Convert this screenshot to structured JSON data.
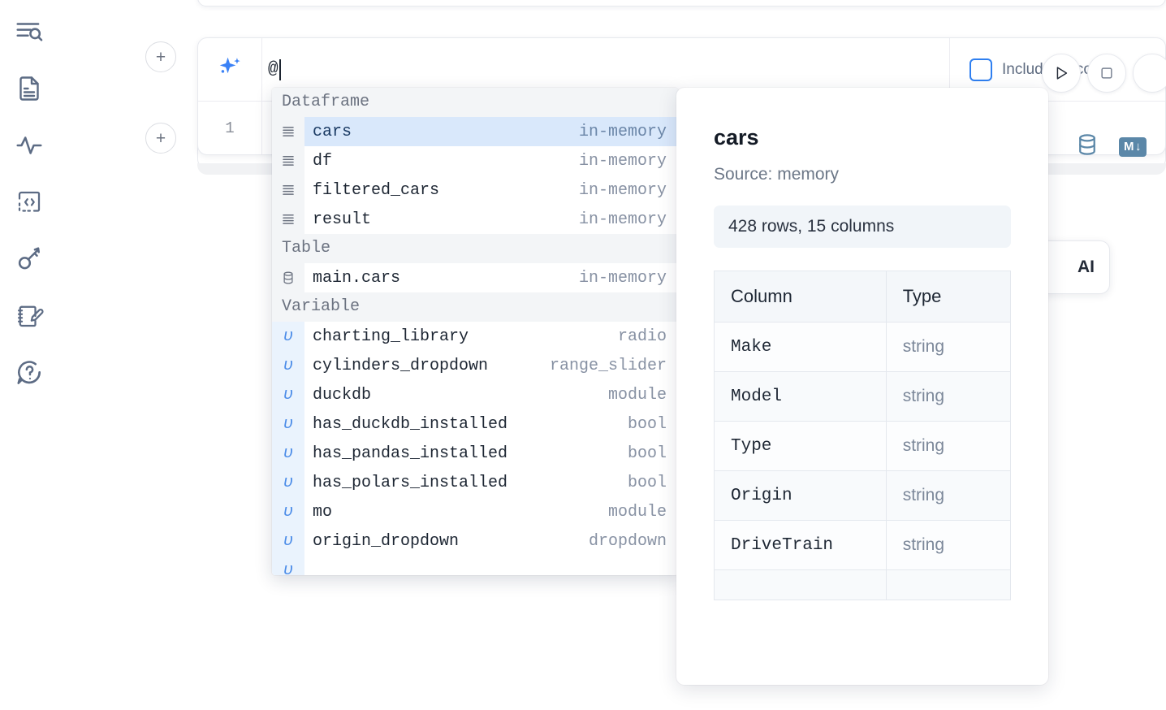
{
  "sidebar": {
    "items": [
      {
        "name": "explore-icon",
        "label": "Explore"
      },
      {
        "name": "notebook-file-icon",
        "label": "Notebook file"
      },
      {
        "name": "activity-icon",
        "label": "Activity"
      },
      {
        "name": "snippets-icon",
        "label": "Snippets"
      },
      {
        "name": "secrets-key-icon",
        "label": "Secrets"
      },
      {
        "name": "scratchpad-icon",
        "label": "Scratchpad"
      },
      {
        "name": "help-icon",
        "label": "Help"
      }
    ]
  },
  "cells": {
    "add_button_label": "+",
    "ai_cell": {
      "sparkle_icon": "ai-sparkle-icon",
      "input_value": "@",
      "include_all_code_label": "Include all code",
      "include_all_code_checked": false
    },
    "code_cell": {
      "line_number": "1"
    },
    "toolbar": {
      "run_button": "run-icon",
      "stop_button": "stop-icon",
      "database_icon": "database-icon",
      "markdown_badge": "M",
      "markdown_badge_arrow": "↓"
    },
    "ai_chip_label": "AI"
  },
  "autocomplete": {
    "groups": [
      {
        "label": "Dataframe",
        "icon": "dataframe-icon",
        "kind": "dataframe",
        "items": [
          {
            "name": "cars",
            "type": "in-memory",
            "selected": true
          },
          {
            "name": "df",
            "type": "in-memory",
            "selected": false
          },
          {
            "name": "filtered_cars",
            "type": "in-memory",
            "selected": false
          },
          {
            "name": "result",
            "type": "in-memory",
            "selected": false
          }
        ]
      },
      {
        "label": "Table",
        "icon": "table-db-icon",
        "kind": "table",
        "items": [
          {
            "name": "main.cars",
            "type": "in-memory",
            "selected": false
          }
        ]
      },
      {
        "label": "Variable",
        "icon": "variable-icon",
        "kind": "variable",
        "items": [
          {
            "name": "charting_library",
            "type": "radio",
            "selected": false
          },
          {
            "name": "cylinders_dropdown",
            "type": "range_slider",
            "selected": false
          },
          {
            "name": "duckdb",
            "type": "module",
            "selected": false
          },
          {
            "name": "has_duckdb_installed",
            "type": "bool",
            "selected": false
          },
          {
            "name": "has_pandas_installed",
            "type": "bool",
            "selected": false
          },
          {
            "name": "has_polars_installed",
            "type": "bool",
            "selected": false
          },
          {
            "name": "mo",
            "type": "module",
            "selected": false
          },
          {
            "name": "origin_dropdown",
            "type": "dropdown",
            "selected": false
          },
          {
            "name": "",
            "type": "",
            "selected": false
          }
        ]
      }
    ],
    "glyphs": {
      "dataframe": "≡",
      "variable": "υ"
    }
  },
  "info_panel": {
    "title": "cars",
    "source": "Source: memory",
    "shape": "428 rows, 15 columns",
    "table": {
      "headers": [
        "Column",
        "Type"
      ],
      "rows": [
        [
          "Make",
          "string"
        ],
        [
          "Model",
          "string"
        ],
        [
          "Type",
          "string"
        ],
        [
          "Origin",
          "string"
        ],
        [
          "DriveTrain",
          "string"
        ],
        [
          "",
          ""
        ]
      ]
    }
  },
  "colors": {
    "accent_blue": "#2f7ff0",
    "selected_row": "#d9e8fb",
    "group_header_bg": "#f3f5f7",
    "variable_gutter": "#eaf3fd",
    "icon_rail": "#5c6b84",
    "db_icon": "#5b87a8"
  }
}
